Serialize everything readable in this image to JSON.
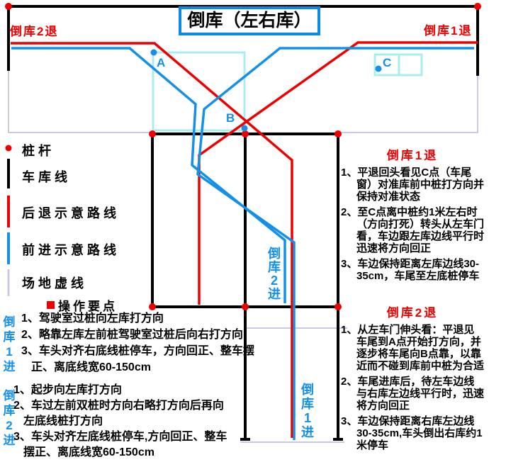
{
  "title": "倒库（左右库）",
  "top_labels": {
    "left": "倒库2退",
    "right": "倒库1退"
  },
  "points": {
    "a": "A",
    "b": "B",
    "c": "C"
  },
  "legend": {
    "pole": "桩杆",
    "garage_line": "车库线",
    "reverse_route": "后退示意路线",
    "forward_route": "前进示意路线",
    "field_dash": "场地虚线",
    "key_points_header": "操作要点"
  },
  "route_labels": {
    "garage2_in": "倒库2进",
    "garage1_in": "倒库1进"
  },
  "left_blocks": [
    {
      "side_label": "倒库1进",
      "items": [
        "1、驾驶室过桩向左库打方向",
        "2、略靠左库左前桩驾驶室过桩后向右打方向",
        "3、车头对齐右底线桩停车，方向回正、整车摆正、离底线宽60-150cm"
      ]
    },
    {
      "side_label": "倒库2进",
      "items": [
        "1、起步向左库打方向",
        "2、车过左前双桩时方向右略打方向后再向左底线桩打方向",
        "3、车头对齐左底线桩停车,方向回正、整车摆正、离底线宽60-150cm"
      ]
    }
  ],
  "right_blocks": [
    {
      "heading": "倒库1退",
      "items": [
        "1、平退回头看见C点（车尾窗）对准库前中桩打方向并保持对准状态",
        "2、至C点离中桩约1米左右时（方向打死）转头从左车门看，车边跟左库边线平行时迅速将方向回正",
        "3、车边保持距离左库边线30-35cm，车尾至左底桩停车"
      ]
    },
    {
      "heading": "倒库2退",
      "items": [
        "1、从左车门伸头看：平退见车尾到A点开始打方向，并逐步将车尾向B点靠，以靠 近而不碰到库前中桩为合适",
        "2、车尾进库后，待左车边线与右库左边线平行时，迅速将方向回正",
        "3、车边保持距离右库左边线30-35cm,车头倒出右库约1米停车"
      ]
    }
  ],
  "colors": {
    "pole_red": "#ee0000",
    "reverse_route_red": "#ee0000",
    "forward_route_blue": "#1590e8",
    "garage_line_black": "#000000",
    "field_dash_lavender": "#c9c9e6",
    "car_box_cyan": "#a8eeee",
    "title_border_blue": "#0b8be8"
  }
}
